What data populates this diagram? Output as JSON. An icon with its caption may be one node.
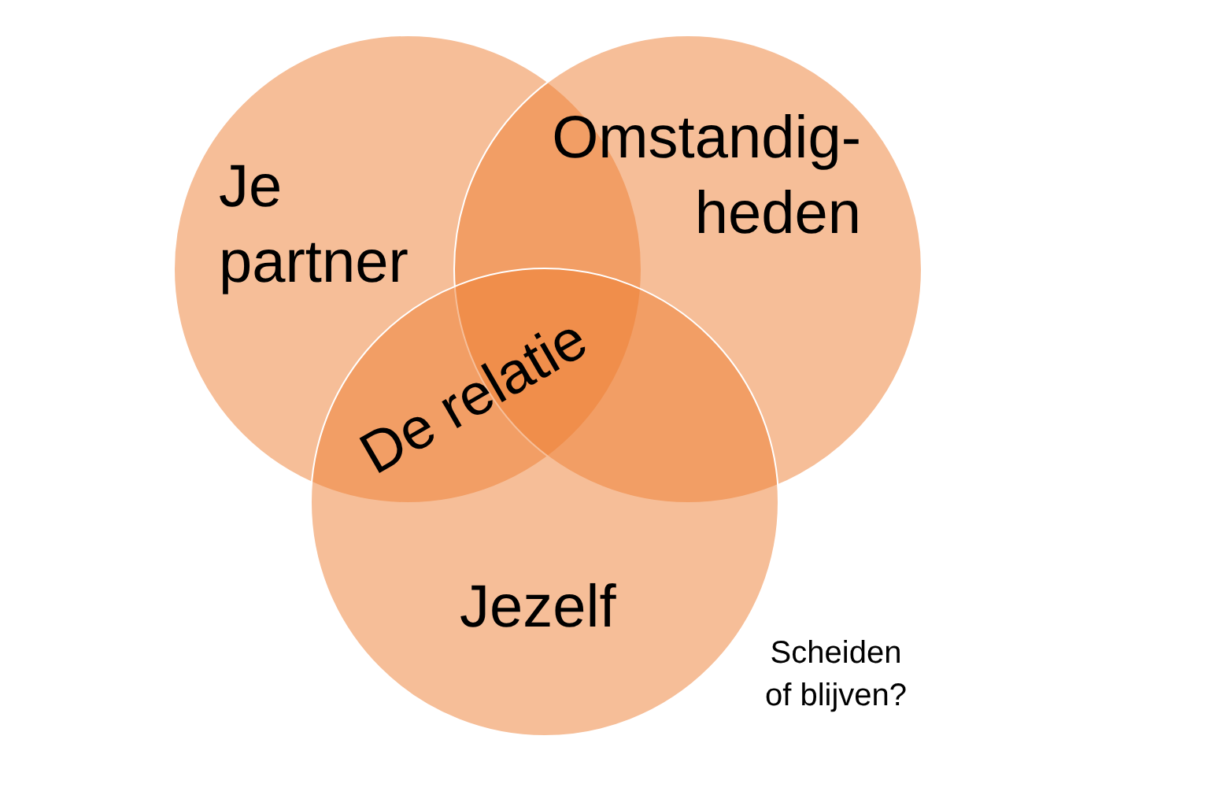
{
  "diagram": {
    "nodes": [
      {
        "text": [
          "Je partner"
        ]
      },
      {
        "text": [
          "Omstandig- heden"
        ]
      },
      {
        "text": [
          "Jezelf"
        ]
      }
    ],
    "labels": [
      "De relatie",
      "Scheiden of blijven?"
    ]
  }
}
